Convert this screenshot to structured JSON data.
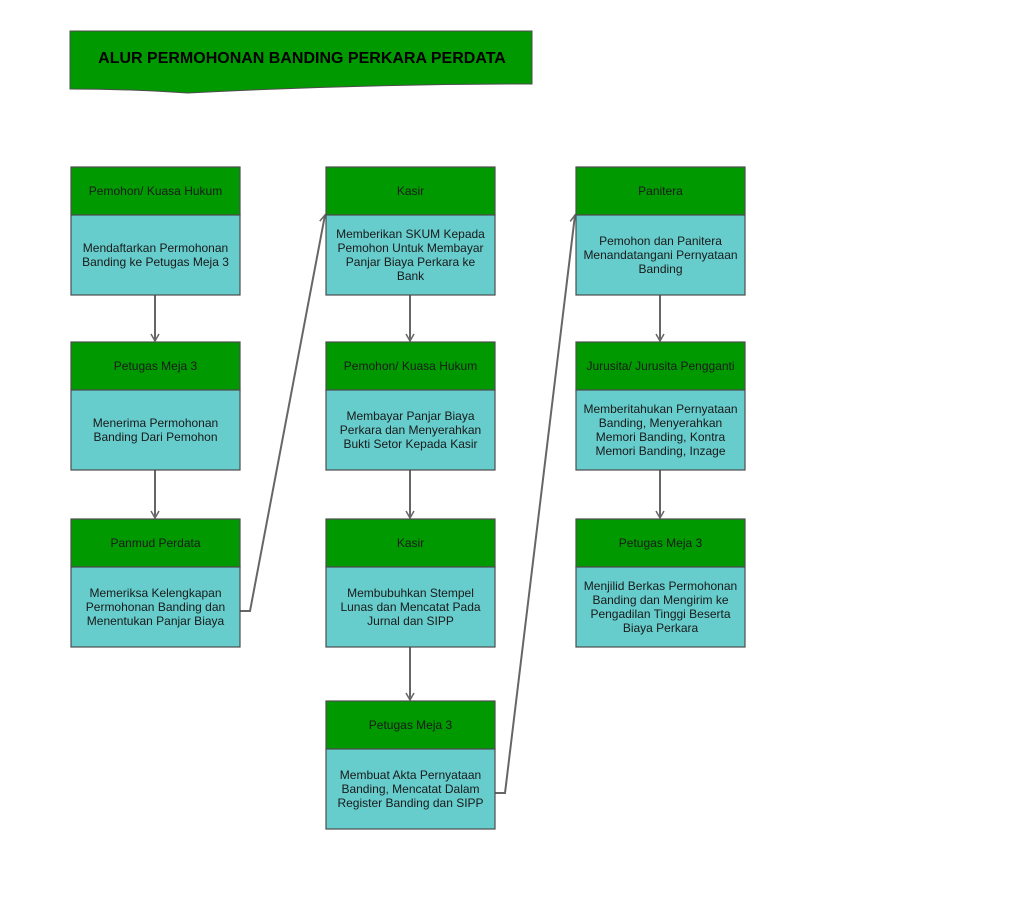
{
  "title": "ALUR PERMOHONAN BANDING PERKARA PERDATA",
  "colors": {
    "header_fill": "#009900",
    "body_fill": "#66CCCC",
    "border": "#4d4d4d",
    "connector": "#666666"
  },
  "steps": [
    {
      "id": "s1",
      "role": "Pemohon/ Kuasa Hukum",
      "lines": [
        "Mendaftarkan Permohonan",
        "Banding ke Petugas Meja 3"
      ]
    },
    {
      "id": "s2",
      "role": "Petugas Meja 3",
      "lines": [
        "Menerima Permohonan",
        "Banding Dari Pemohon"
      ]
    },
    {
      "id": "s3",
      "role": "Panmud Perdata",
      "lines": [
        "Memeriksa Kelengkapan",
        "Permohonan Banding dan",
        "Menentukan Panjar Biaya"
      ]
    },
    {
      "id": "s4",
      "role": "Kasir",
      "lines": [
        "Memberikan SKUM Kepada",
        "Pemohon Untuk Membayar",
        "Panjar Biaya Perkara ke",
        "Bank"
      ]
    },
    {
      "id": "s5",
      "role": "Pemohon/ Kuasa Hukum",
      "lines": [
        "Membayar Panjar Biaya",
        "Perkara dan Menyerahkan",
        "Bukti Setor Kepada Kasir"
      ]
    },
    {
      "id": "s6",
      "role": "Kasir",
      "lines": [
        "Membubuhkan Stempel",
        "Lunas dan Mencatat Pada",
        "Jurnal dan SIPP"
      ]
    },
    {
      "id": "s7",
      "role": "Petugas Meja 3",
      "lines": [
        "Membuat Akta Pernyataan",
        "Banding, Mencatat Dalam",
        "Register Banding dan SIPP"
      ]
    },
    {
      "id": "s8",
      "role": "Panitera",
      "lines": [
        "Pemohon dan Panitera",
        "Menandatangani Pernyataan",
        "Banding"
      ]
    },
    {
      "id": "s9",
      "role": "Jurusita/ Jurusita Pengganti",
      "lines": [
        "Memberitahukan Pernyataan",
        "Banding, Menyerahkan",
        "Memori Banding, Kontra",
        "Memori Banding, Inzage"
      ]
    },
    {
      "id": "s10",
      "role": "Petugas Meja 3",
      "lines": [
        "Menjilid Berkas Permohonan",
        "Banding dan Mengirim ke",
        "Pengadilan Tinggi Beserta",
        "Biaya Perkara"
      ]
    }
  ],
  "connections": [
    [
      "s1",
      "s2"
    ],
    [
      "s2",
      "s3"
    ],
    [
      "s3",
      "s4"
    ],
    [
      "s4",
      "s5"
    ],
    [
      "s5",
      "s6"
    ],
    [
      "s6",
      "s7"
    ],
    [
      "s7",
      "s8"
    ],
    [
      "s8",
      "s9"
    ],
    [
      "s9",
      "s10"
    ]
  ]
}
